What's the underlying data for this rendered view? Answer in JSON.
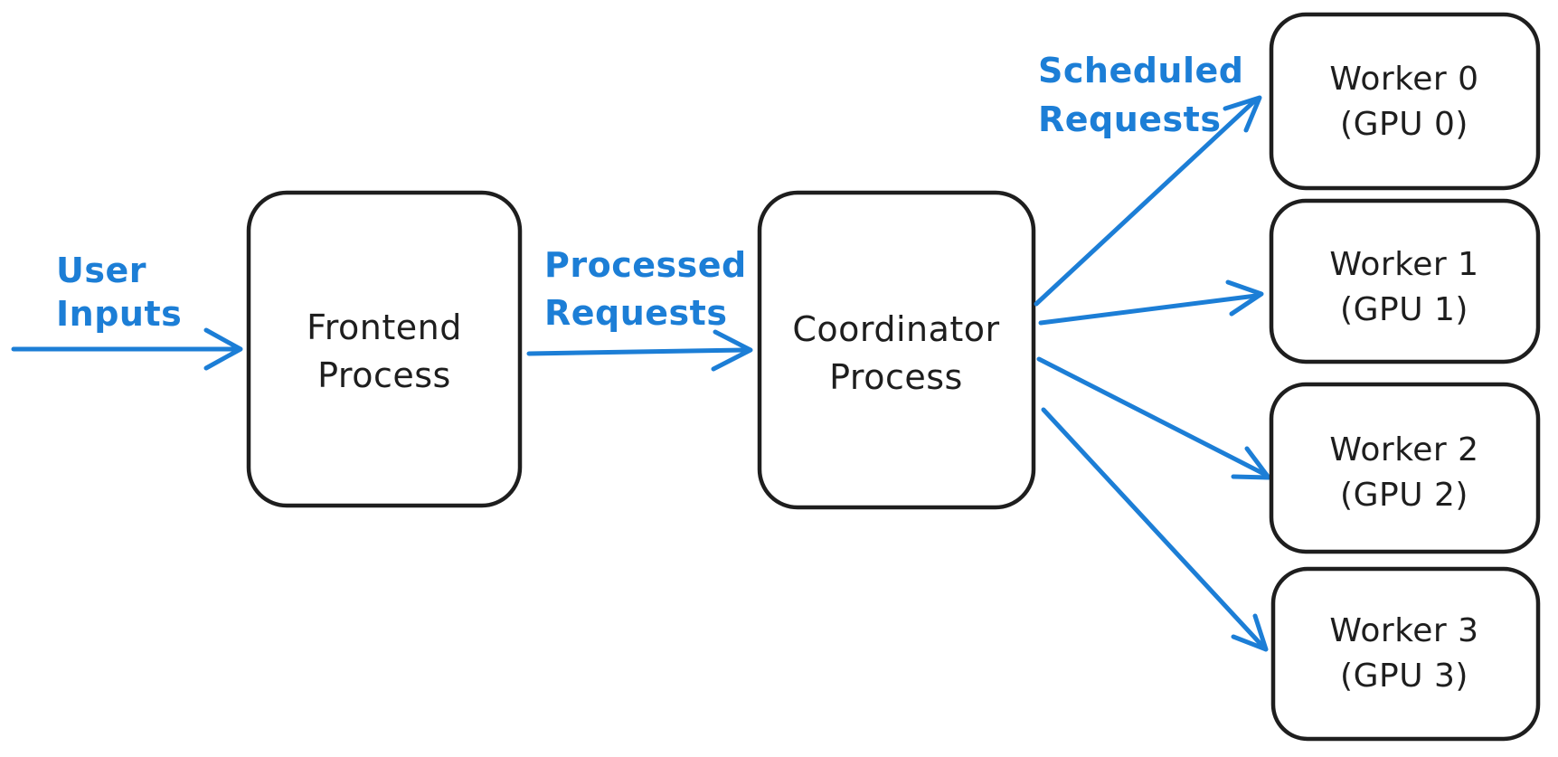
{
  "diagram": {
    "colors": {
      "background": "#ffffff",
      "stroke": "#1e1e1e",
      "accent": "#1c7ed6"
    },
    "nodes": {
      "frontend": {
        "lines": [
          "Frontend",
          "Process"
        ]
      },
      "coordinator": {
        "lines": [
          "Coordinator",
          "Process"
        ]
      },
      "worker0": {
        "lines": [
          "Worker 0",
          "(GPU 0)"
        ]
      },
      "worker1": {
        "lines": [
          "Worker 1",
          "(GPU 1)"
        ]
      },
      "worker2": {
        "lines": [
          "Worker 2",
          "(GPU 2)"
        ]
      },
      "worker3": {
        "lines": [
          "Worker 3",
          "(GPU 3)"
        ]
      }
    },
    "edge_labels": {
      "user_inputs": {
        "lines": [
          "User",
          "Inputs"
        ]
      },
      "processed_requests": {
        "lines": [
          "Processed",
          "Requests"
        ]
      },
      "scheduled_requests": {
        "lines": [
          "Scheduled",
          "Requests"
        ]
      }
    }
  }
}
